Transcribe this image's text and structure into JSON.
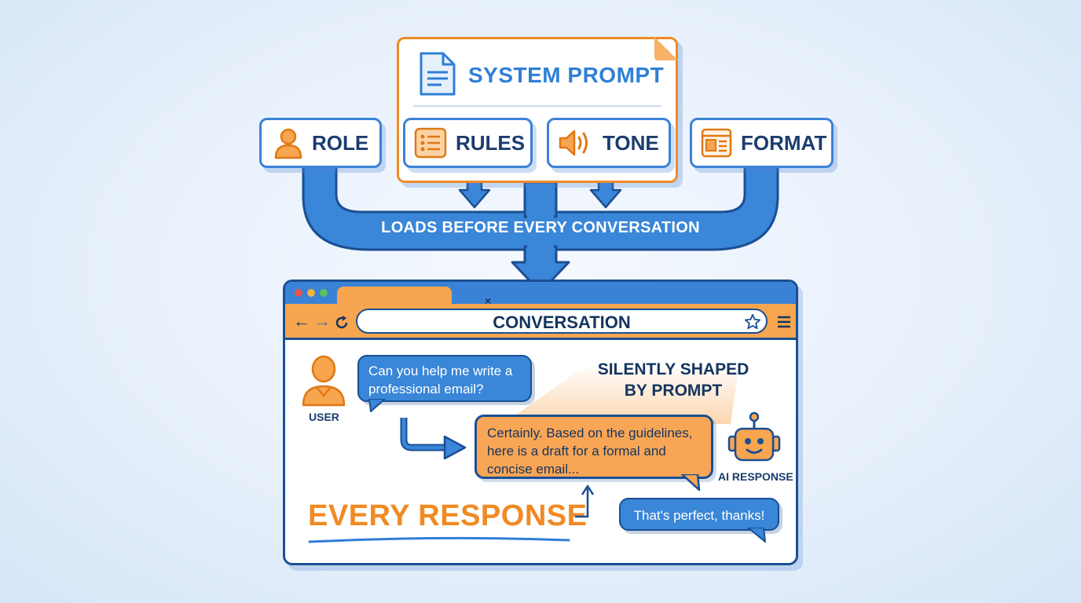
{
  "system_prompt": {
    "title": "SYSTEM PROMPT"
  },
  "components": [
    {
      "label": "ROLE",
      "icon": "person-icon"
    },
    {
      "label": "RULES",
      "icon": "list-icon"
    },
    {
      "label": "TONE",
      "icon": "speaker-icon"
    },
    {
      "label": "FORMAT",
      "icon": "layout-icon"
    }
  ],
  "flow_label": "LOADS BEFORE EVERY CONVERSATION",
  "browser": {
    "tab_close": "×",
    "url_text": "CONVERSATION"
  },
  "chat": {
    "user_label": "USER",
    "user_message": "Can you help me write a professional email?",
    "ai_message": "Certainly. Based on the guidelines, here is a draft for a formal and concise email...",
    "ai_label": "AI RESPONSE",
    "user_reply": "That's perfect, thanks!"
  },
  "annotations": {
    "shaped_line1": "SILENTLY SHAPED",
    "shaped_line2": "BY PROMPT",
    "every_response": "EVERY RESPONSE"
  },
  "colors": {
    "orange": "#f08a24",
    "blue": "#3a82d5",
    "navy": "#1b4f93",
    "dark_text": "#14345f"
  }
}
